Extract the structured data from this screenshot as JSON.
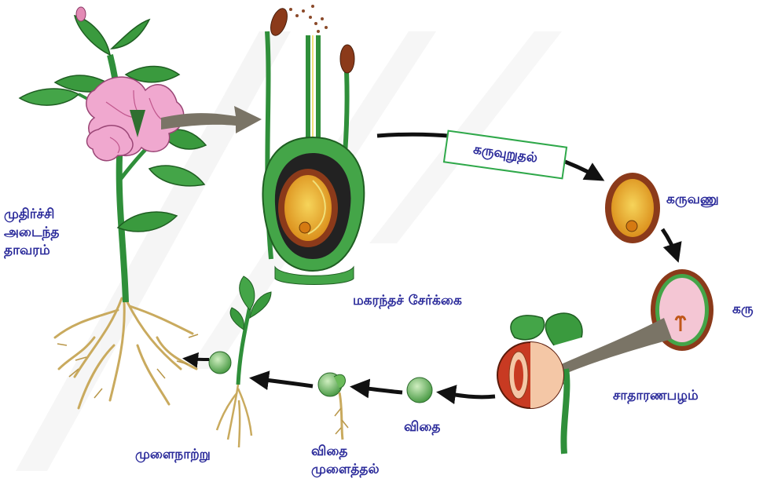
{
  "labels": {
    "mature_plant": [
      "முதிர்ச்சி",
      "அடைந்த",
      "தாவரம்"
    ],
    "pollination": "மகரந்தச் சேர்க்கை",
    "fertilization": "கருவுறுதல்",
    "zygote": "கருவணு",
    "embryo": "கரு",
    "simple_fruit": "சாதாரணபழம்",
    "seed": "விதை",
    "germination": [
      "விதை",
      "முளைத்தல்"
    ],
    "seedling": "முளைநாற்று"
  },
  "colors": {
    "label_text": "#2a2a9a",
    "box_border": "#2fa84a",
    "arrow": "#111111",
    "big_arrow": "#7a7466",
    "stem_green": "#2f8f3a",
    "flower_pink": "#f0a8cf",
    "root_tan": "#e0c98a",
    "watermark": "#e9e9e9"
  }
}
